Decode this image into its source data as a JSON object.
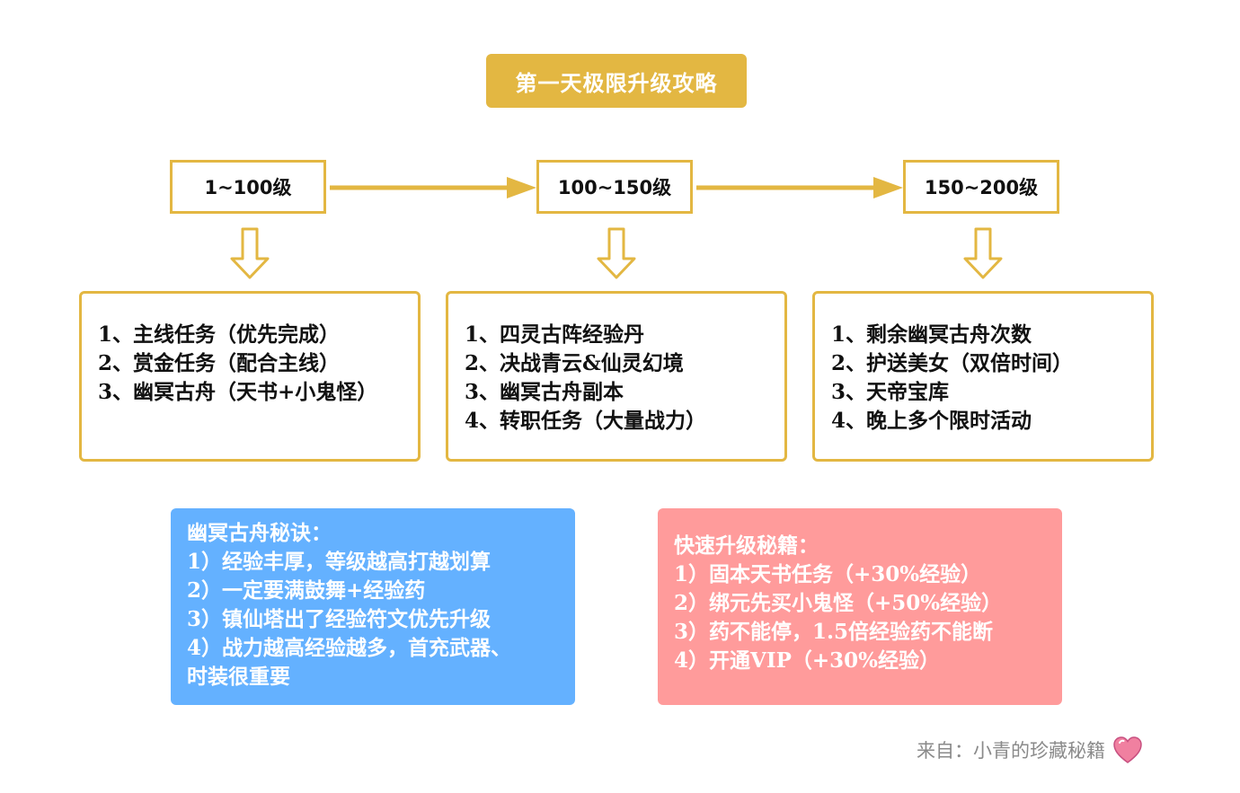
{
  "title": "第一天极限升级攻略",
  "levels": [
    {
      "label": "1~100级"
    },
    {
      "label": "100~150级"
    },
    {
      "label": "150~200级"
    }
  ],
  "tasks": [
    {
      "lines": [
        "1、主线任务（优先完成）",
        "2、赏金任务（配合主线）",
        "3、幽冥古舟（天书+小鬼怪）"
      ]
    },
    {
      "lines": [
        "1、四灵古阵经验丹",
        "2、决战青云&仙灵幻境",
        "3、幽冥古舟副本",
        "4、转职任务（大量战力）"
      ]
    },
    {
      "lines": [
        "1、剩余幽冥古舟次数",
        "2、护送美女（双倍时间）",
        "3、天帝宝库",
        "4、晚上多个限时活动"
      ]
    }
  ],
  "tips": [
    {
      "title": "幽冥古舟秘诀：",
      "lines": [
        "1）经验丰厚，等级越高打越划算",
        "2）一定要满鼓舞+经验药",
        "3）镇仙塔出了经验符文优先升级",
        "4）战力越高经验越多，首充武器、",
        "时装很重要"
      ]
    },
    {
      "title": "快速升级秘籍：",
      "lines": [
        "1）固本天书任务（+30%经验）",
        "2）绑元先买小鬼怪（+50%经验）",
        "3）药不能停，1.5倍经验药不能断",
        "4）开通VIP（+30%经验）"
      ]
    }
  ],
  "source": "来自：小青的珍藏秘籍",
  "icons": {
    "source_icon": "heart-icon"
  },
  "colors": {
    "accent": "#e3b742",
    "tip_blue": "#64b1ff",
    "tip_pink": "#ff9b9b",
    "source_text": "#8a8a8a",
    "heart": "#f080a0"
  }
}
